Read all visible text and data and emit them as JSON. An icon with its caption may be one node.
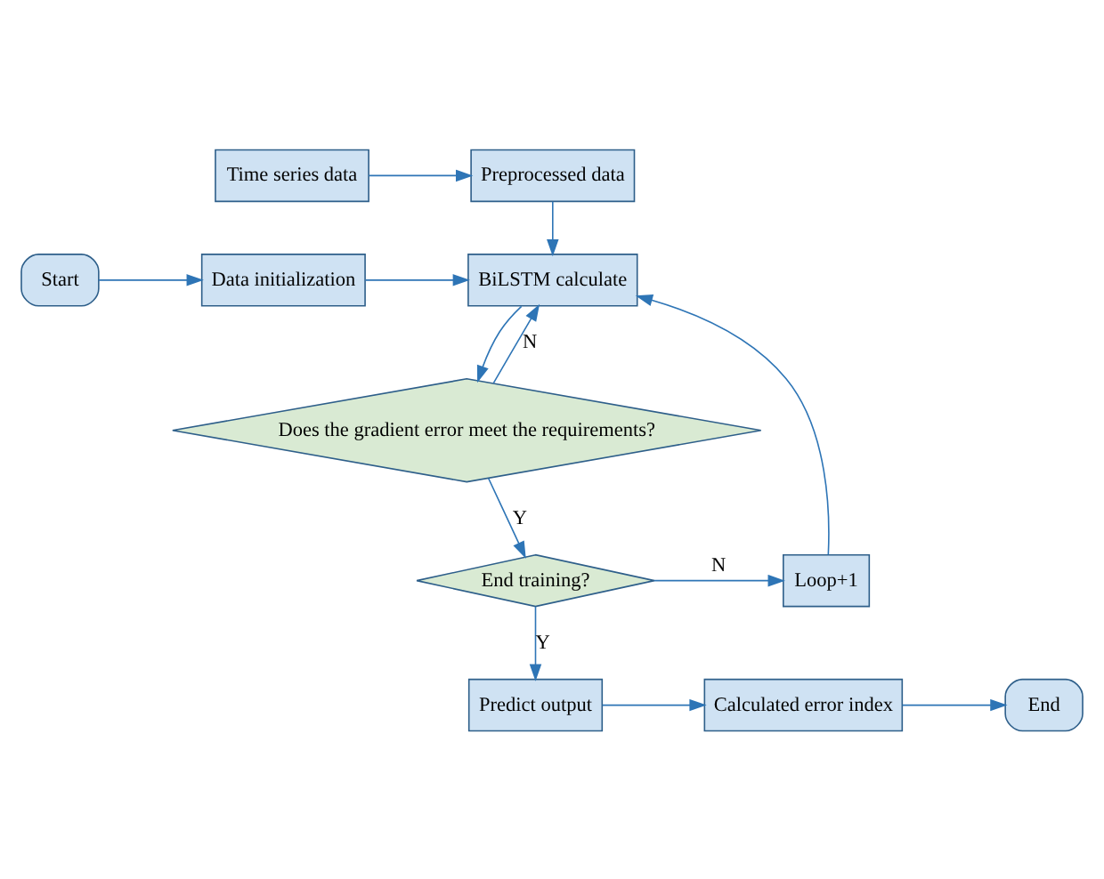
{
  "diagram": {
    "nodes": [
      {
        "text": [
          "Time series data"
        ]
      },
      {
        "text": [
          "Preprocessed data"
        ]
      },
      {
        "text": [
          "Start"
        ]
      },
      {
        "text": [
          "Data initialization"
        ]
      },
      {
        "text": [
          "BiLSTM calculate"
        ]
      },
      {
        "text": [
          "Does the gradient error meet the requirements?"
        ]
      },
      {
        "text": [
          "Loop+1"
        ]
      },
      {
        "text": [
          "End training?"
        ]
      },
      {
        "text": [
          "End"
        ]
      },
      {
        "text": [
          "Calculated error index"
        ]
      },
      {
        "text": [
          "Predict output"
        ]
      }
    ],
    "edges": [
      {
        "from": 0,
        "to": 1,
        "arrow": "to"
      },
      {
        "from": 1,
        "to": 4,
        "arrow": "to"
      },
      {
        "from": 2,
        "to": 3,
        "arrow": "to"
      },
      {
        "from": 3,
        "to": 4,
        "arrow": "to"
      },
      {
        "from": 4,
        "to": 5,
        "arrow": "to"
      },
      {
        "from": 5,
        "to": 4,
        "label": "N",
        "arrow": "to"
      },
      {
        "from": 5,
        "to": 7,
        "label": "Y",
        "arrow": "to"
      },
      {
        "from": 7,
        "to": 6,
        "label": "N",
        "arrow": "to"
      },
      {
        "from": 6,
        "to": 4,
        "arrow": "to"
      },
      {
        "from": 7,
        "to": 10,
        "label": "Y",
        "arrow": "to"
      },
      {
        "from": 10,
        "to": 9,
        "arrow": "to"
      },
      {
        "from": 9,
        "to": 8,
        "arrow": "to"
      }
    ]
  }
}
